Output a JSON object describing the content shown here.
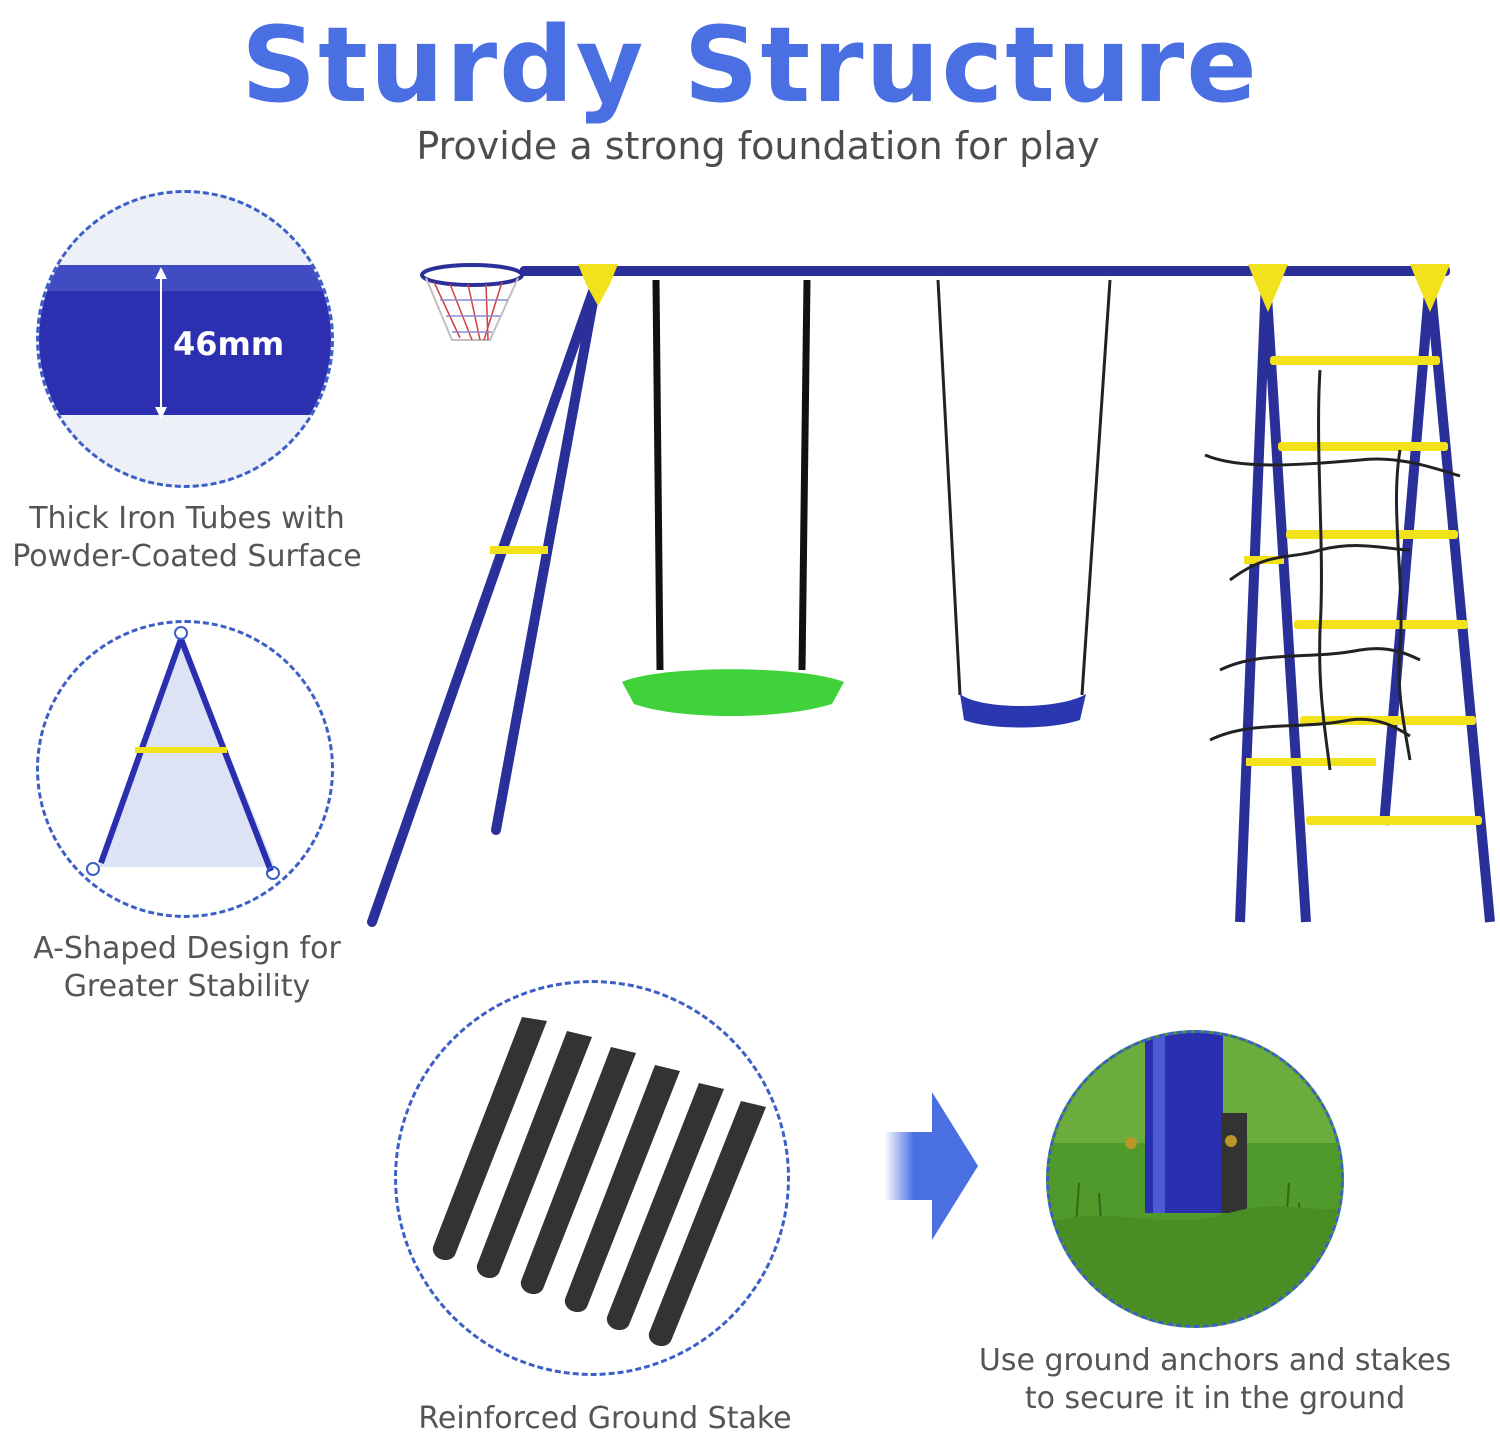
{
  "headline": {
    "text": "Sturdy Structure"
  },
  "subheadline": {
    "text": "Provide a strong foundation for play"
  },
  "tube_detail": {
    "measurement": "46mm",
    "caption_line1": "Thick Iron Tubes with",
    "caption_line2": "Powder-Coated Surface"
  },
  "a_frame_detail": {
    "caption_line1": "A-Shaped Design for",
    "caption_line2": "Greater Stability"
  },
  "stake_detail": {
    "caption": "Reinforced Ground Stake"
  },
  "ground_detail": {
    "caption_line1": "Use ground anchors and stakes",
    "caption_line2": "to secure it in the ground"
  },
  "colors": {
    "headline_blue": "#4a6fe3",
    "frame_blue": "#2a2f9a",
    "accent_yellow": "#f2e21c",
    "seat_green": "#3fd23a",
    "seat_blue": "#2a37b0",
    "stake_black": "#333333",
    "grass_green": "#4f9a2a",
    "dashed_border": "#3b5fc6"
  },
  "icons": {
    "arrow": "arrow-right-icon"
  }
}
